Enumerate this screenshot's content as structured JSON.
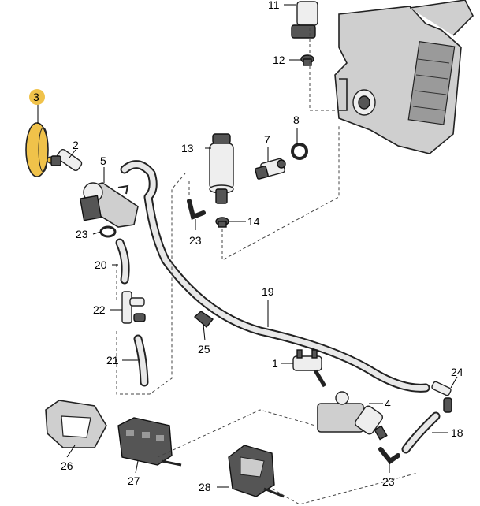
{
  "diagram": {
    "highlight_color": "#f0c24a",
    "parts": [
      {
        "id": "1"
      },
      {
        "id": "2"
      },
      {
        "id": "3"
      },
      {
        "id": "4"
      },
      {
        "id": "5"
      },
      {
        "id": "7"
      },
      {
        "id": "8"
      },
      {
        "id": "11"
      },
      {
        "id": "12"
      },
      {
        "id": "13"
      },
      {
        "id": "14"
      },
      {
        "id": "18"
      },
      {
        "id": "19"
      },
      {
        "id": "20"
      },
      {
        "id": "21"
      },
      {
        "id": "22"
      },
      {
        "id": "23a"
      },
      {
        "id": "23b"
      },
      {
        "id": "23c"
      },
      {
        "id": "24"
      },
      {
        "id": "25"
      },
      {
        "id": "26"
      },
      {
        "id": "27"
      },
      {
        "id": "28"
      }
    ],
    "labels": {
      "p1": "1",
      "p2": "2",
      "p3": "3",
      "p4": "4",
      "p5": "5",
      "p7": "7",
      "p8": "8",
      "p11": "11",
      "p12": "12",
      "p13": "13",
      "p14": "14",
      "p18": "18",
      "p19": "19",
      "p20": "20",
      "p21": "21",
      "p22": "22",
      "p23a": "23",
      "p23b": "23",
      "p23c": "23",
      "p24": "24",
      "p25": "25",
      "p26": "26",
      "p27": "27",
      "p28": "28"
    }
  }
}
